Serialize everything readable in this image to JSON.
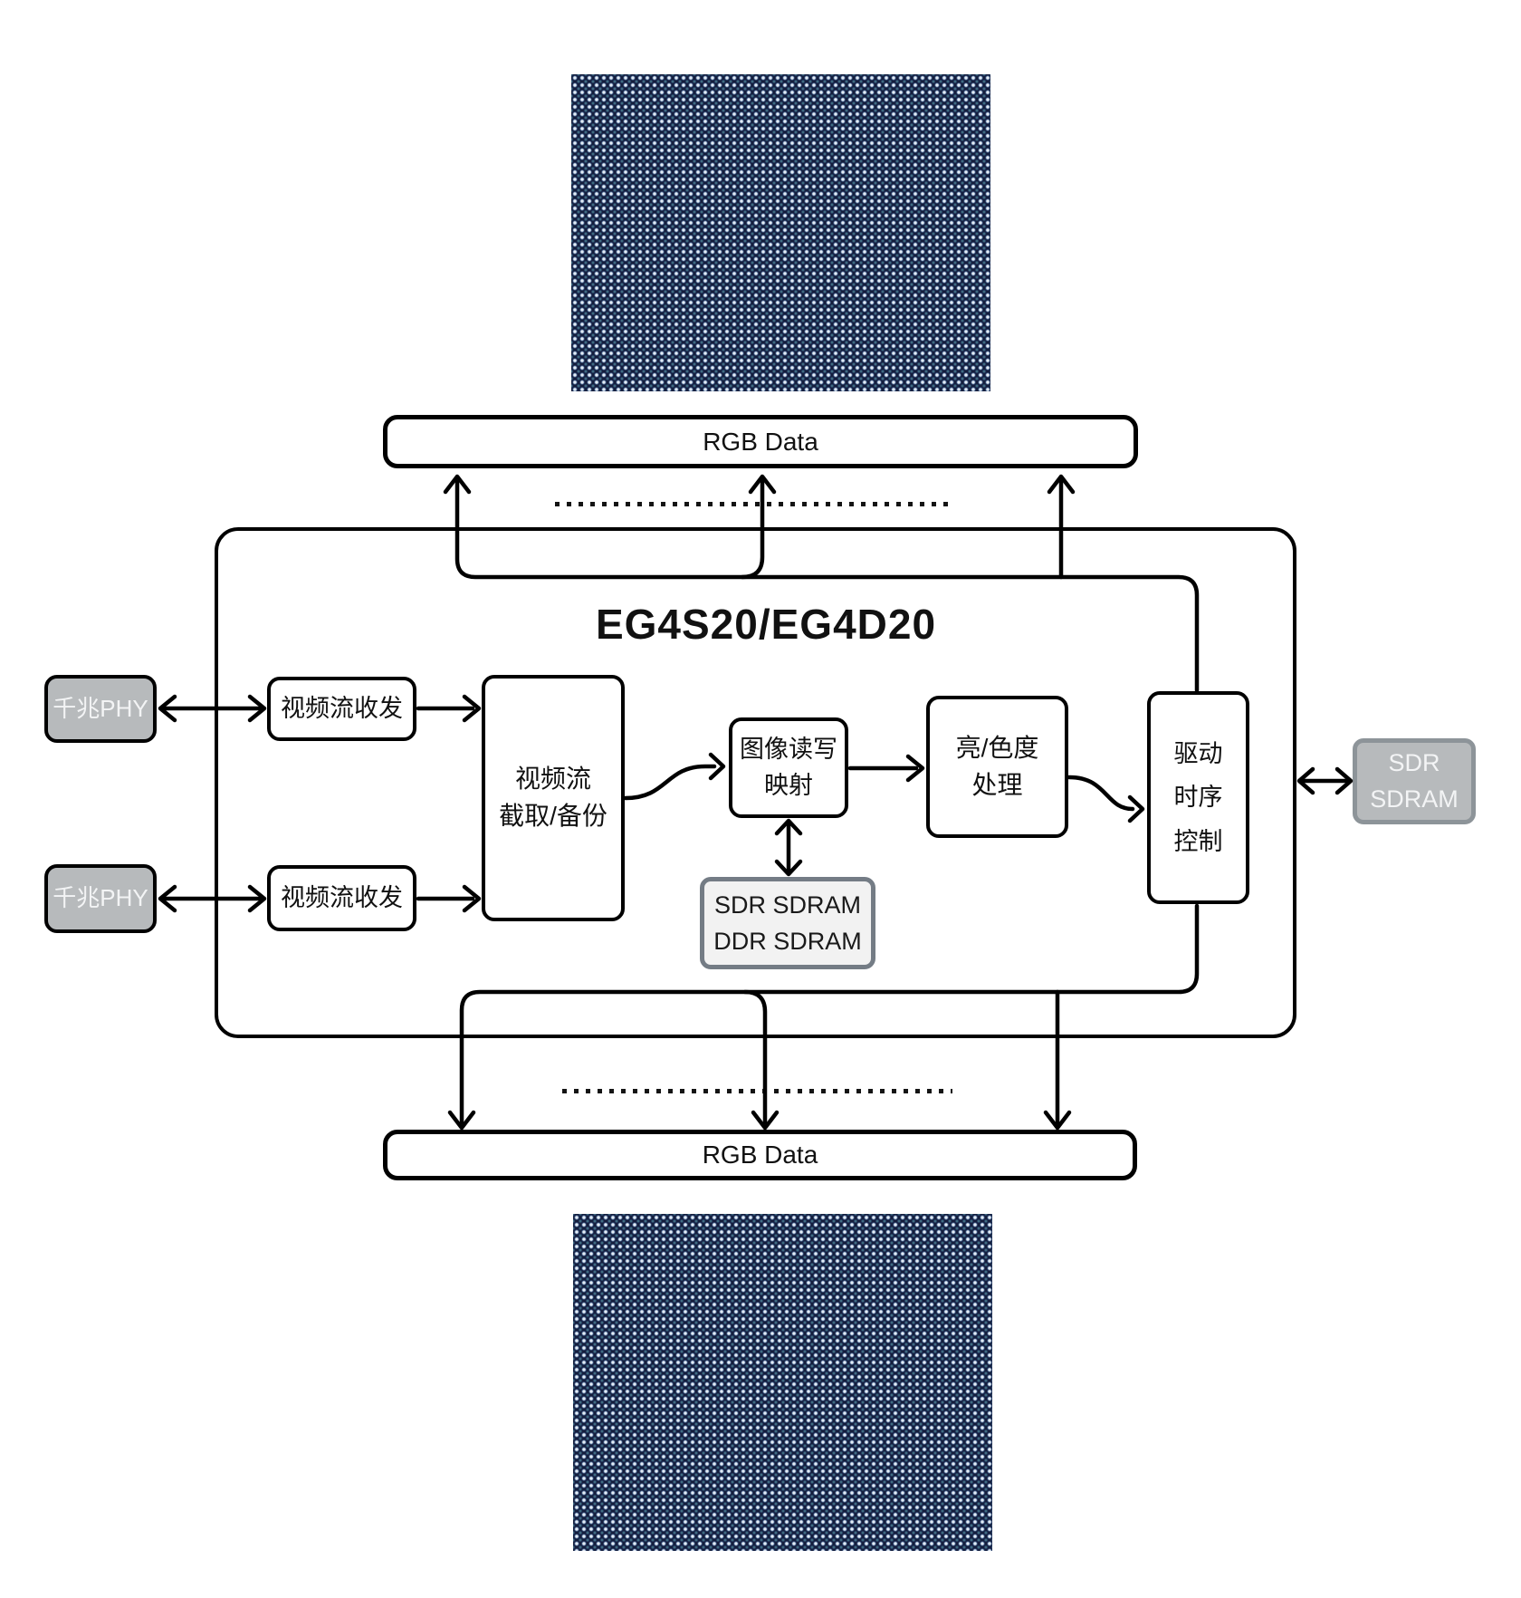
{
  "title": "EG4S20/EG4D20",
  "buses": {
    "top_label": "RGB Data",
    "bottom_label": "RGB Data"
  },
  "blocks": {
    "phy1": {
      "label": "千兆PHY"
    },
    "phy2": {
      "label": "千兆PHY"
    },
    "transceiver1": {
      "label": "视频流收发"
    },
    "transceiver2": {
      "label": "视频流收发"
    },
    "capture": {
      "line1": "视频流",
      "line2": "截取/备份"
    },
    "mapping": {
      "line1": "图像读写",
      "line2": "映射"
    },
    "ext_memory": {
      "line1": "SDR SDRAM",
      "line2": "DDR SDRAM"
    },
    "luma_chroma": {
      "line1": "亮/色度",
      "line2": "处理"
    },
    "drive_timing": {
      "line1": "驱动",
      "line2": "时序",
      "line3": "控制"
    },
    "sdram_right": {
      "line1": "SDR",
      "line2": "SDRAM"
    }
  },
  "colors": {
    "line": "#000000",
    "gray_fill": "#b7babc",
    "gray_text": "#f3f4f5",
    "gray_border": "#8d9499",
    "memory_fill": "#f2f2f2",
    "memory_border": "#747c85",
    "led_panel_background": "#151d3b",
    "led_dot": "#eef7ff"
  }
}
